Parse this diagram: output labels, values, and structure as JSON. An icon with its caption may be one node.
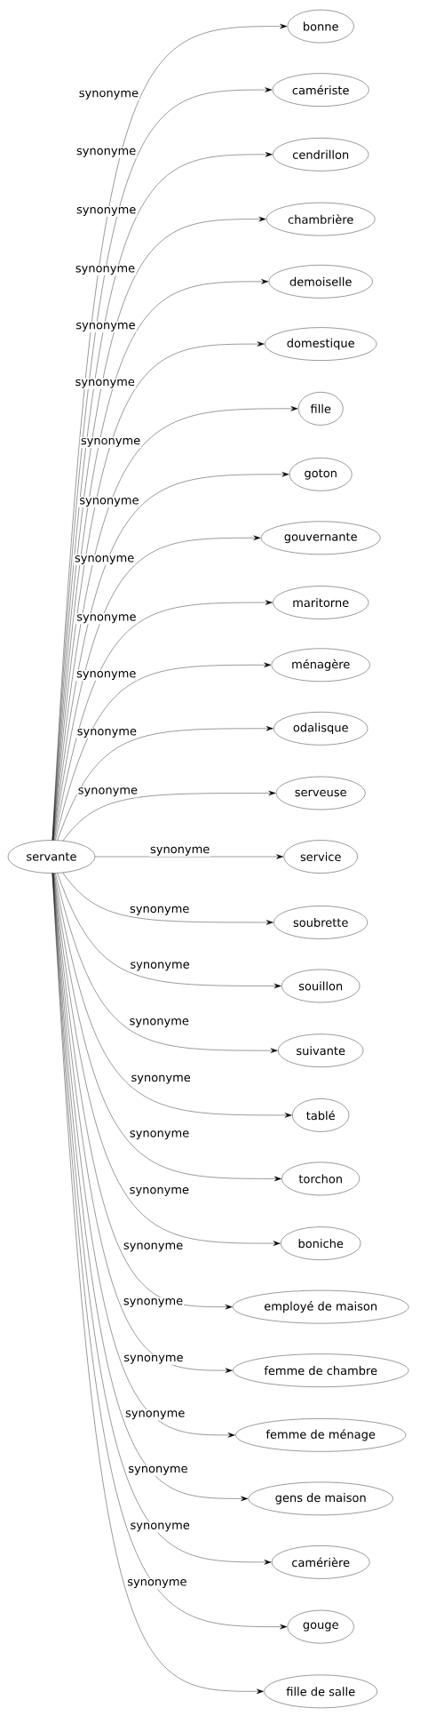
{
  "diagram": {
    "nodes": [
      {
        "text": [
          "servante"
        ]
      },
      {
        "text": [
          "bonne"
        ]
      },
      {
        "text": [
          "camériste"
        ]
      },
      {
        "text": [
          "cendrillon"
        ]
      },
      {
        "text": [
          "chambrière"
        ]
      },
      {
        "text": [
          "demoiselle"
        ]
      },
      {
        "text": [
          "domestique"
        ]
      },
      {
        "text": [
          "fille"
        ]
      },
      {
        "text": [
          "goton"
        ]
      },
      {
        "text": [
          "gouvernante"
        ]
      },
      {
        "text": [
          "maritorne"
        ]
      },
      {
        "text": [
          "ménagère"
        ]
      },
      {
        "text": [
          "odalisque"
        ]
      },
      {
        "text": [
          "serveuse"
        ]
      },
      {
        "text": [
          "service"
        ]
      },
      {
        "text": [
          "soubrette"
        ]
      },
      {
        "text": [
          "souillon"
        ]
      },
      {
        "text": [
          "suivante"
        ]
      },
      {
        "text": [
          "tablé"
        ]
      },
      {
        "text": [
          "torchon"
        ]
      },
      {
        "text": [
          "boniche"
        ]
      },
      {
        "text": [
          "employé de maison"
        ]
      },
      {
        "text": [
          "femme de chambre"
        ]
      },
      {
        "text": [
          "femme de ménage"
        ]
      },
      {
        "text": [
          "gens de maison"
        ]
      },
      {
        "text": [
          "camérière"
        ]
      },
      {
        "text": [
          "gouge"
        ]
      },
      {
        "text": [
          "fille de salle"
        ]
      }
    ],
    "edges": [
      {
        "from": 0,
        "to": 1,
        "arrow": "to",
        "label": "synonyme"
      },
      {
        "from": 0,
        "to": 2,
        "arrow": "to",
        "label": "synonyme"
      },
      {
        "from": 0,
        "to": 3,
        "arrow": "to",
        "label": "synonyme"
      },
      {
        "from": 0,
        "to": 4,
        "arrow": "to",
        "label": "synonyme"
      },
      {
        "from": 0,
        "to": 5,
        "arrow": "to",
        "label": "synonyme"
      },
      {
        "from": 0,
        "to": 6,
        "arrow": "to",
        "label": "synonyme"
      },
      {
        "from": 0,
        "to": 7,
        "arrow": "to",
        "label": "synonyme"
      },
      {
        "from": 0,
        "to": 8,
        "arrow": "to",
        "label": "synonyme"
      },
      {
        "from": 0,
        "to": 9,
        "arrow": "to",
        "label": "synonyme"
      },
      {
        "from": 0,
        "to": 10,
        "arrow": "to",
        "label": "synonyme"
      },
      {
        "from": 0,
        "to": 11,
        "arrow": "to",
        "label": "synonyme"
      },
      {
        "from": 0,
        "to": 12,
        "arrow": "to",
        "label": "synonyme"
      },
      {
        "from": 0,
        "to": 13,
        "arrow": "to",
        "label": "synonyme"
      },
      {
        "from": 0,
        "to": 14,
        "arrow": "to",
        "label": "synonyme"
      },
      {
        "from": 0,
        "to": 15,
        "arrow": "to",
        "label": "synonyme"
      },
      {
        "from": 0,
        "to": 16,
        "arrow": "to",
        "label": "synonyme"
      },
      {
        "from": 0,
        "to": 17,
        "arrow": "to",
        "label": "synonyme"
      },
      {
        "from": 0,
        "to": 18,
        "arrow": "to",
        "label": "synonyme"
      },
      {
        "from": 0,
        "to": 19,
        "arrow": "to",
        "label": "synonyme"
      },
      {
        "from": 0,
        "to": 20,
        "arrow": "to",
        "label": "synonyme"
      },
      {
        "from": 0,
        "to": 21,
        "arrow": "to",
        "label": "synonyme"
      },
      {
        "from": 0,
        "to": 22,
        "arrow": "to",
        "label": "synonyme"
      },
      {
        "from": 0,
        "to": 23,
        "arrow": "to",
        "label": "synonyme"
      },
      {
        "from": 0,
        "to": 24,
        "arrow": "to",
        "label": "synonyme"
      },
      {
        "from": 0,
        "to": 25,
        "arrow": "to",
        "label": "synonyme"
      },
      {
        "from": 0,
        "to": 26,
        "arrow": "to",
        "label": "synonyme"
      },
      {
        "from": 0,
        "to": 27,
        "arrow": "to",
        "label": "synonyme"
      }
    ]
  }
}
